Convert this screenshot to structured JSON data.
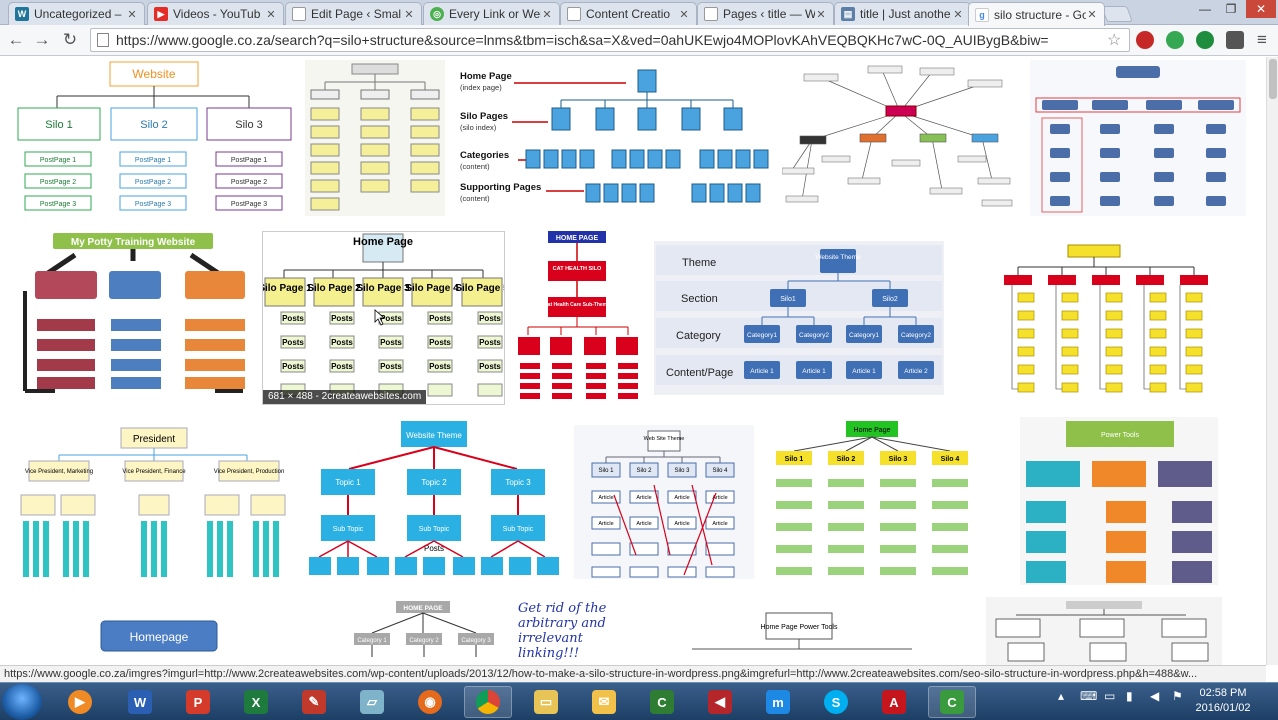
{
  "tabs": [
    {
      "title": "Uncategorized – ",
      "favicon": "wordpress-icon",
      "color": "#21759b",
      "active": false
    },
    {
      "title": "Videos - YouTub",
      "favicon": "youtube-icon",
      "color": "#e52d27",
      "active": false
    },
    {
      "title": "Edit Page ‹ Smal",
      "favicon": "page-icon",
      "color": "#777777",
      "active": false
    },
    {
      "title": "Every Link or Wel",
      "favicon": "globe-icon",
      "color": "#4caf50",
      "active": false
    },
    {
      "title": "Content Creatio",
      "favicon": "page-icon",
      "color": "#777777",
      "active": false
    },
    {
      "title": "Pages ‹ title — W",
      "favicon": "page-icon",
      "color": "#777777",
      "active": false
    },
    {
      "title": "title | Just anothe",
      "favicon": "theme-icon",
      "color": "#5b7fa6",
      "active": false
    },
    {
      "title": "silo structure - Go",
      "favicon": "google-icon",
      "color": "#4285f4",
      "active": true
    }
  ],
  "address": {
    "url": "https://www.google.co.za/search?q=silo+structure&source=lnms&tbm=isch&sa=X&ved=0ahUKEwjo4MOPlovKAhVEQBQKHc7wC-0Q_AUIBygB&biw="
  },
  "hover_tag": "681 × 488 - 2createawebsites.com",
  "status_url": "https://www.google.co.za/imgres?imgurl=http://www.2createawebsites.com/wp-content/uploads/2013/12/how-to-make-a-silo-structure-in-wordpress.png&imgrefurl=http://www.2createawebsites.com/seo-silo-structure-in-wordpress.php&h=488&w...",
  "thumbs": {
    "t1": {
      "root": "Website",
      "silos": [
        "Silo 1",
        "Silo 2",
        "Silo 3"
      ],
      "posts": [
        "PostPage 1",
        "PostPage 2",
        "PostPage 3"
      ]
    },
    "t3": {
      "labels": [
        "Home Page",
        "(index page)",
        "Silo Pages",
        "(silo index)",
        "Categories",
        "(content)",
        "Supporting Pages",
        "(content)"
      ]
    },
    "t6": {
      "title": "My Potty Training Website"
    },
    "t7": {
      "root": "Home Page",
      "silos": [
        "Silo Page 1",
        "Silo Page 2",
        "Silo Page 3",
        "Silo Page 4",
        "Silo Page 5"
      ],
      "post": "Posts"
    },
    "t8": {
      "root": "HOME PAGE",
      "silo": "CAT HEALTH SILO",
      "theme": "Cat Health Care Sub-Theme"
    },
    "t9": {
      "rows": [
        "Theme",
        "Section",
        "Category",
        "Content/Page"
      ],
      "root": "Website Theme",
      "sections": [
        "Silo1",
        "Silo2"
      ],
      "cats": [
        "Category1",
        "Category2",
        "Category1",
        "Category2"
      ],
      "articles": [
        "Article 1",
        "Article 1",
        "Article 1",
        "Article 2"
      ]
    },
    "t11": {
      "root": "President",
      "vps": [
        "Vice President, Marketing",
        "Vice President, Finance",
        "Vice President, Production"
      ]
    },
    "t12": {
      "root": "Website Theme",
      "topics": [
        "Topic 1",
        "Topic 2",
        "Topic 3"
      ],
      "sub": "Sub Topic",
      "posts": "Posts"
    },
    "t13": {
      "root": "Web Site Theme",
      "silos": [
        "Silo 1",
        "Silo 2",
        "Silo 3",
        "Silo 4"
      ],
      "article": "Article"
    },
    "t14": {
      "root": "Home Page",
      "silos": [
        "Silo 1",
        "Silo 2",
        "Silo 3",
        "Silo 4"
      ]
    },
    "t15": {
      "root": "Power Tools"
    },
    "t16": {
      "root": "Homepage"
    },
    "t17": {
      "root": "HOME PAGE",
      "cats": [
        "Category 1",
        "Category 2",
        "Category 3"
      ]
    },
    "t18": {
      "text": "Get rid of the arbitrary and irrelevant linking!!!"
    },
    "t19": {
      "root": "Home Page Power Tools"
    }
  },
  "clock": {
    "time": "02:58 PM",
    "date": "2016/01/02"
  },
  "colors": {
    "accent_blue": "#4aa3df",
    "silo_yellow": "#f5f08f",
    "red": "#d9001b",
    "green": "#2fa84f"
  }
}
